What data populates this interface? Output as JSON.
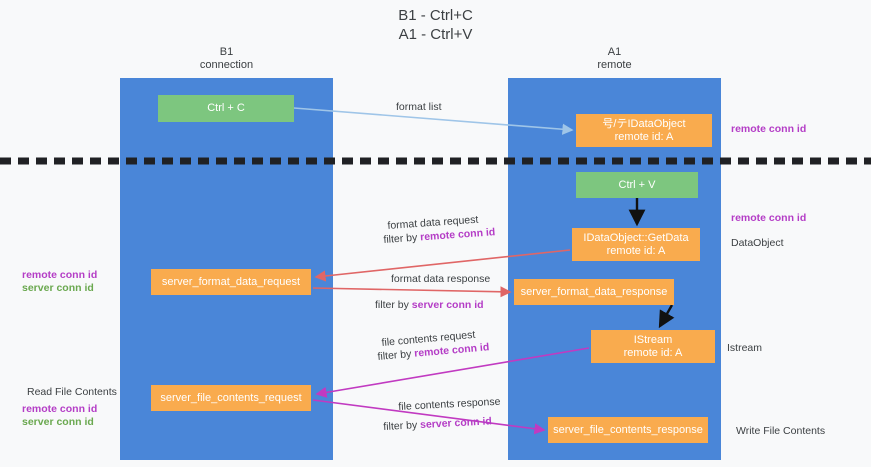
{
  "diagram": {
    "title": "B1 - Ctrl+C\nA1 - Ctrl+V",
    "columns": [
      {
        "name": "b1-connection",
        "label": "B1\nconnection"
      },
      {
        "name": "a1-remote",
        "label": "A1\nremote"
      }
    ],
    "colors": {
      "lane": "#4a86d8",
      "node_green": "#7dc67f",
      "node_orange": "#f9ab4e",
      "accent_purple": "#b43dc6",
      "accent_green": "#6aa84f",
      "arrow_blue": "#9fc5e8",
      "arrow_red": "#e06666",
      "arrow_magenta": "#c13ac1",
      "arrow_black": "#000000",
      "divider": "#202124",
      "background": "#f8f9fa"
    },
    "nodes": [
      {
        "name": "ctrl-c",
        "label": "Ctrl + C",
        "style": "green"
      },
      {
        "name": "idataobject",
        "label": "号/テIDataObject\nremote id: A",
        "style": "orange"
      },
      {
        "name": "ctrl-v",
        "label": "Ctrl + V",
        "style": "green"
      },
      {
        "name": "idataobject-getdata",
        "label": "IDataObject::GetData\nremote id: A",
        "style": "orange"
      },
      {
        "name": "server-format-data-request",
        "label": "server_format_data_request",
        "style": "orange"
      },
      {
        "name": "server-format-data-response",
        "label": "server_format_data_response",
        "style": "orange"
      },
      {
        "name": "istream",
        "label": "IStream\nremote id: A",
        "style": "orange"
      },
      {
        "name": "server-file-contents-request",
        "label": "server_file_contents_request",
        "style": "orange"
      },
      {
        "name": "server-file-contents-response",
        "label": "server_file_contents_response",
        "style": "orange"
      }
    ],
    "edge_labels": {
      "format_list": "format list",
      "format_data_request": "format data request",
      "format_data_request_filter_prefix": "filter by ",
      "format_data_request_filter_key": "remote conn id",
      "format_data_response": "format data response",
      "format_data_response_filter_prefix": "filter by ",
      "format_data_response_filter_key": "server conn id",
      "file_contents_request": "file contents request",
      "file_contents_request_filter_prefix": "filter by ",
      "file_contents_request_filter_key": "remote conn id",
      "file_contents_response": "file contents response",
      "file_contents_response_filter_prefix": "filter by ",
      "file_contents_response_filter_key": "server conn id"
    },
    "right_labels": {
      "remote_conn_id_top": "remote conn id",
      "remote_conn_id_mid": "remote conn id",
      "dataobject": "DataObject",
      "istream": "Istream",
      "write_file_contents": "Write File Contents"
    },
    "left_labels": {
      "remote_conn_id_1": "remote conn id",
      "server_conn_id_1": "server conn id",
      "read_file_contents": "Read File Contents",
      "remote_conn_id_2": "remote conn id",
      "server_conn_id_2": "server conn id"
    }
  }
}
